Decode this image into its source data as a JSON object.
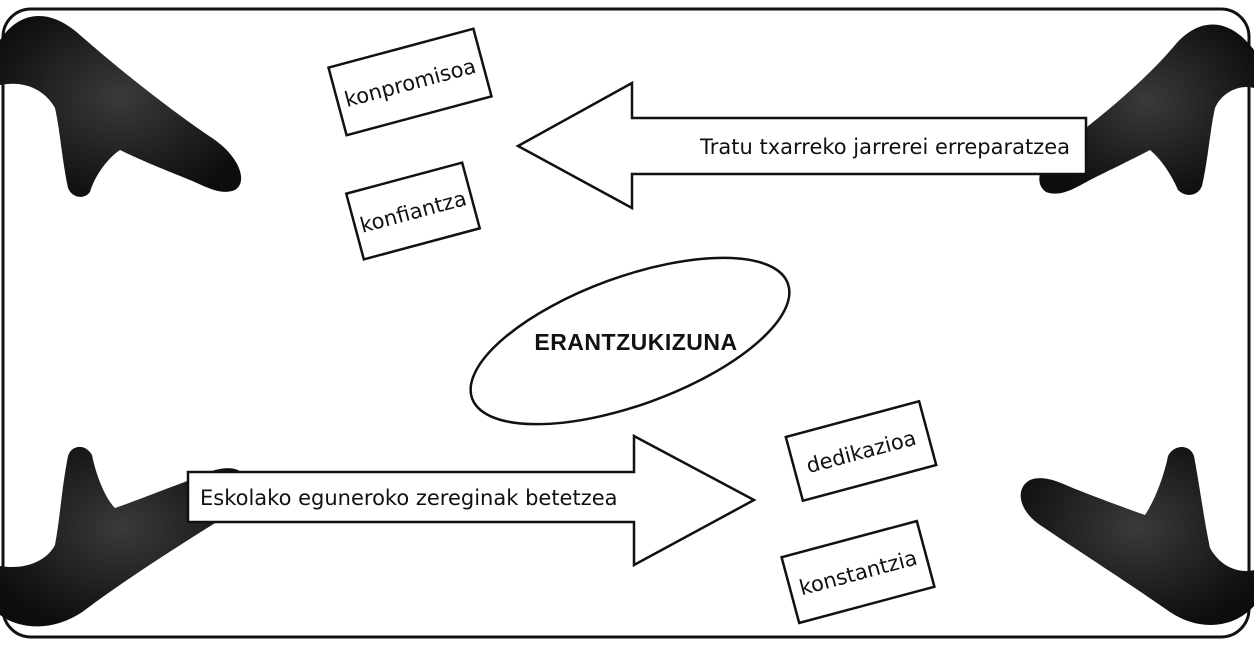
{
  "center": {
    "label": "ERANTZUKIZUNA"
  },
  "arrows": {
    "top": {
      "label": "Tratu txarreko jarrerei erreparatzea"
    },
    "bottom": {
      "label": "Eskolako eguneroko zereginak betetzea"
    }
  },
  "cards": {
    "top": [
      {
        "label": "konpromisoa"
      },
      {
        "label": "konfiantza"
      }
    ],
    "bottom": [
      {
        "label": "dedikazioa"
      },
      {
        "label": "konstantzia"
      }
    ]
  },
  "colors": {
    "line": "#111111",
    "hand": "#1c1c1c",
    "background": "#ffffff"
  }
}
